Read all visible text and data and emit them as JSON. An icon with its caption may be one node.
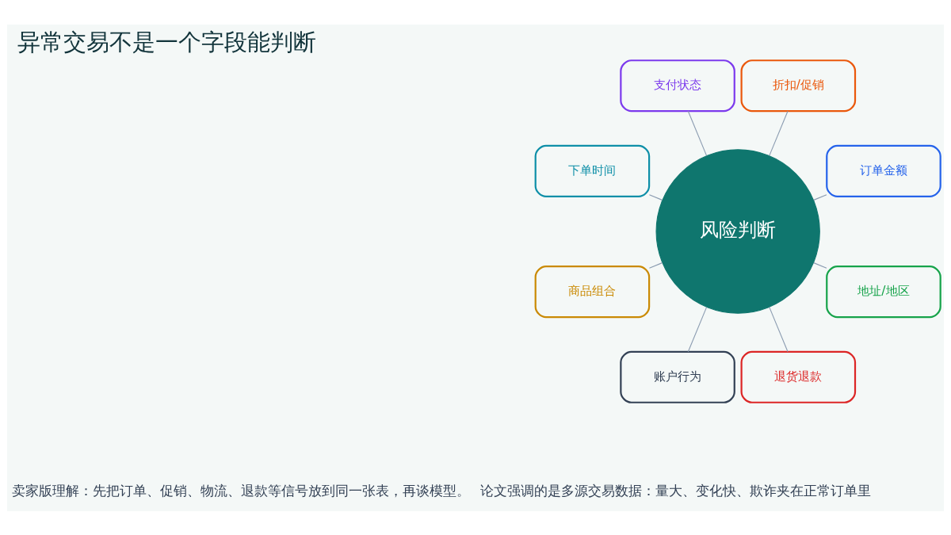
{
  "diagram": {
    "title": "异常交易不是一个字段能判断",
    "nodes": [
      {
        "text": [
          "风险判断"
        ]
      },
      {
        "text": [
          "订单金额"
        ]
      },
      {
        "text": [
          "折扣/促销"
        ]
      },
      {
        "text": [
          "支付状态"
        ]
      },
      {
        "text": [
          "下单时间"
        ]
      },
      {
        "text": [
          "商品组合"
        ]
      },
      {
        "text": [
          "账户行为"
        ]
      },
      {
        "text": [
          "退货退款"
        ]
      },
      {
        "text": [
          "地址/地区"
        ]
      }
    ],
    "edges": [
      {
        "from": 0,
        "to": 1,
        "arrow": "none"
      },
      {
        "from": 0,
        "to": 2,
        "arrow": "none"
      },
      {
        "from": 0,
        "to": 3,
        "arrow": "none"
      },
      {
        "from": 0,
        "to": 4,
        "arrow": "none"
      },
      {
        "from": 0,
        "to": 5,
        "arrow": "none"
      },
      {
        "from": 0,
        "to": 6,
        "arrow": "none"
      },
      {
        "from": 0,
        "to": 7,
        "arrow": "none"
      },
      {
        "from": 0,
        "to": 8,
        "arrow": "none"
      }
    ],
    "labels": [
      "论文强调的是多源交易数据：量大、变化快、欺诈夹在正常订单里",
      "卖家版理解：先把订单、促销、物流、退款等信号放到同一张表，再谈模型。"
    ]
  }
}
